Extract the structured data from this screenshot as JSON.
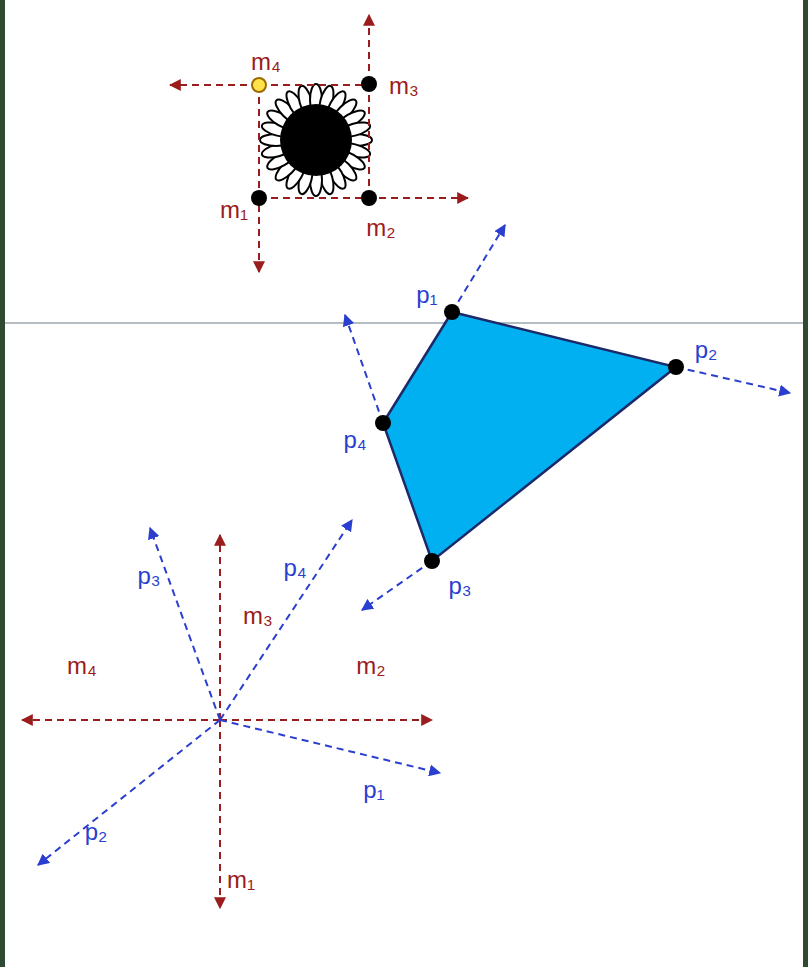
{
  "diagram": {
    "labels": [
      "m₄",
      "m₃",
      "m₁",
      "m₂",
      "p₁",
      "p₂",
      "p₄",
      "p₃",
      "p₃",
      "m₃",
      "p₄",
      "m₄",
      "m₂",
      "p₁",
      "p₂",
      "m₁"
    ]
  }
}
